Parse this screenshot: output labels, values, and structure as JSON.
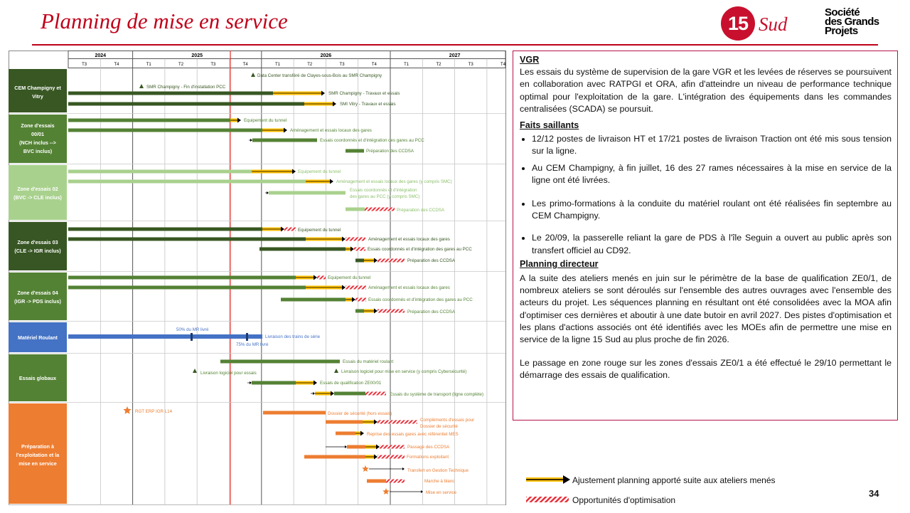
{
  "page": {
    "title": "Planning de mise en service",
    "logo_number": "15",
    "logo_sud": "Sud",
    "sgp_lines": [
      "Société",
      "des Grands",
      "Projets"
    ],
    "page_number": "34"
  },
  "gantt": {
    "years": [
      "2024",
      "2025",
      "2026",
      "2027"
    ],
    "quarters": [
      "T3",
      "T4",
      "T1",
      "T2",
      "T3",
      "T4",
      "T1",
      "T2",
      "T3",
      "T4",
      "T1",
      "T2",
      "T3",
      "T4"
    ],
    "groups": [
      {
        "label": "CEM Champigny et Vitry",
        "color": "#385723"
      },
      {
        "label": "Zone d'essais 00/01 (NCH inclus --> BVC inclus)",
        "color": "#548235"
      },
      {
        "label": "Zone d'essais 02 (BVC -> CLE inclus)",
        "color": "#a9d18e"
      },
      {
        "label": "Zone d'essais 03 (CLE -> IGR inclus)",
        "color": "#375623"
      },
      {
        "label": "Zone d'essais 04 (IGR -> PDS inclus)",
        "color": "#548235"
      },
      {
        "label": "Matériel Roulant",
        "color": "#4472c4"
      },
      {
        "label": "Essais globaux",
        "color": "#548235"
      },
      {
        "label": "Préparation à l'exploitation et la mise en service",
        "color": "#ed7d31"
      }
    ],
    "labels": {
      "dc": "Data Center transféré de Clayes-sous-Bois au SMR Champigny",
      "smr_pcc": "SMR Champigny - Fin d'installation PCC",
      "smr_trav": "SMR Champigny - Travaux et essais",
      "smi_trav": "SMI Vitry - Travaux et essais",
      "z01_tun": "Equipement du tunnel",
      "z01_ame": "Aménagement et essais locaux des gares",
      "z01_coord": "Essais coordonnés et d'intégration des gares au PCC",
      "z01_ccdsa": "Préparation des CCDSA",
      "z02_tun": "Equipement du tunnel",
      "z02_ame": "Aménagement et essais locaux des gares (y compris SMC)",
      "z02_coord_1": "Essais coordonnés et d'intégration",
      "z02_coord_2": "des gares au PCC (y compris SMC)",
      "z02_ccdsa": "Préparation des CCDSA",
      "z03_tun": "Equipement du tunnel",
      "z03_ame": "Aménagement et essais locaux des gares",
      "z03_coord": "Essais coordonnés et d'intégration des gares au PCC",
      "z03_ccdsa": "Préparation des CCDSA",
      "z04_tun": "Equipement  du  tunnel",
      "z04_ame": "Aménagement et essais locaux des gares",
      "z04_coord": "Essais coordonnés et d'intégration des gares au PCC",
      "z04_ccdsa": "Préparation des CCDSA",
      "mr_50": "50% du MR livré",
      "mr_liv": "Livraison des trains de série",
      "mr_75": "75% du MR livré",
      "eg_mat": "Essais du matériel roulant",
      "eg_log": "Livraison logiciel pour essais",
      "eg_log_ms": "Livraison logiciel pour mise en service (y compris Cybersécurité)",
      "eg_qual": "Essais de qualification ZE00/01",
      "eg_sys": "Essais du système de transport (ligne complète)",
      "pe_rgt": "RGT ERP IGR L14",
      "pe_dossier": "Dossier de sécurité (hors essais)",
      "pe_comp_1": "Compléments d'essais pour",
      "pe_comp_2": "Dossier de sécurité",
      "pe_reprise": "Reprise des essais gares avec référentiel MES",
      "pe_ccdsa": "Passage des CCDSA",
      "pe_form": "Formations exploitant",
      "pe_transfert": "Transfert en Gestion Technique",
      "pe_marche": "Marche à blanc",
      "pe_ms": "Mise en service"
    }
  },
  "panel": {
    "vgr_title": "VGR",
    "vgr_text": "Les essais du système de supervision de la gare VGR et les levées de réserves se poursuivent en collaboration avec RATPGI et ORA, afin d'atteindre un niveau de performance technique optimal pour l'exploitation de la gare. L'intégration des équipements dans les commandes centralisées (SCADA) se poursuit.",
    "faits_title": "Faits saillants",
    "faits": [
      "12/12 postes de livraison HT et 17/21 postes de livraison Traction ont été mis sous tension sur la ligne.",
      "Au CEM Champigny, à fin juillet, 16 des 27 rames nécessaires à la mise en service de la ligne ont été livrées.",
      "Les primo-formations à la conduite du matériel roulant ont été réalisées fin septembre au CEM Champigny.",
      "Le 20/09, la passerelle reliant la gare de PDS à l'île Seguin a ouvert au public après son transfert officiel au CD92."
    ],
    "planning_title": "Planning directeur",
    "planning_text_1": "A la suite des ateliers menés en juin sur le périmètre de la base de qualification ZE0/1, de nombreux ateliers se sont déroulés sur l'ensemble des autres ouvrages avec l'ensemble des acteurs du projet. Les séquences planning en résultant ont été consolidées avec la MOA afin d'optimiser ces dernières et aboutir à une date butoir en avril 2027. Des pistes d'optimisation et les plans d'actions associés ont été identifiés avec les MOEs afin de permettre une mise en service de la ligne 15 Sud au plus proche de fin 2026.",
    "planning_text_2": "Le passage en zone rouge sur les zones d'essais ZE0/1 a été effectué le 29/10 permettant le démarrage des essais de qualification."
  },
  "legend": {
    "adjust": "Ajustement planning apporté suite aux ateliers menés",
    "optim": "Opportunités d'optimisation"
  },
  "colors": {
    "brand_red": "#c8102e",
    "title_red": "#c0001a",
    "dark_green": "#385723",
    "mid_green": "#548235",
    "light_green": "#a9d18e",
    "blue": "#4472c4",
    "orange": "#ed7d31",
    "adjust_yellow": "#ffc000",
    "optim_red": "#e8303a"
  }
}
